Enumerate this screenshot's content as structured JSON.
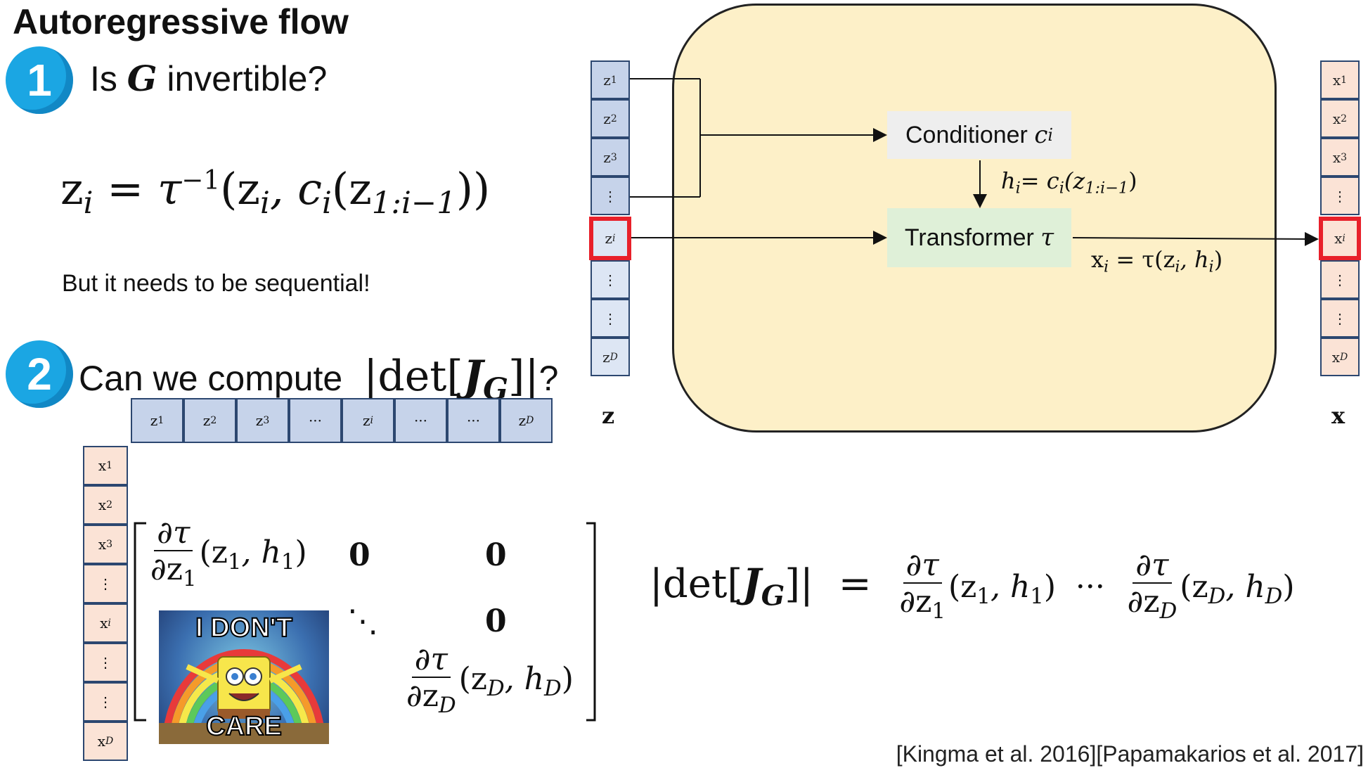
{
  "title": "Autoregressive flow",
  "q1": {
    "number": "1",
    "prefix": "Is ",
    "symbol": "G",
    "suffix": " invertible?",
    "formula_lhs": "z",
    "formula_lhs_sub": "i",
    "formula_eq": "=",
    "formula_tau": "τ",
    "formula_exp": "−1",
    "formula_args": "(z",
    "formula_args_sub": "i",
    "formula_c": ", c",
    "formula_c_sub": "i",
    "formula_inner": "(z",
    "formula_inner_sub": "1:i−1",
    "formula_close": "))",
    "note": "But it needs to be sequential!"
  },
  "q2": {
    "number": "2",
    "text": "Can we compute",
    "det_open": "|det[",
    "det_J": "J",
    "det_J_sub": "G",
    "det_close": "]|",
    "qmark": "?"
  },
  "diagram": {
    "z_label": "z",
    "x_label": "x",
    "z_cells": [
      "z",
      "z",
      "z",
      "⋮",
      "z",
      "⋮",
      "⋮",
      "z"
    ],
    "z_subs": [
      "1",
      "2",
      "3",
      "",
      "i",
      "",
      "",
      "D"
    ],
    "x_cells": [
      "x",
      "x",
      "x",
      "⋮",
      "x",
      "⋮",
      "⋮",
      "x"
    ],
    "x_subs": [
      "1",
      "2",
      "3",
      "",
      "i",
      "",
      "",
      "D"
    ],
    "conditioner_label": "Conditioner ",
    "conditioner_var": "c",
    "conditioner_sub": "i",
    "h_label_h": "h",
    "h_label_sub": "i",
    "h_label_eq": "= c",
    "h_label_c_sub": "i",
    "h_label_arg": "(z",
    "h_label_arg_sub": "1:i−1",
    "h_label_close": ")",
    "transformer_label": "Transformer ",
    "transformer_var": "τ",
    "x_out_x": "x",
    "x_out_sub": "i",
    "x_out_eq": " = τ(z",
    "x_out_zsub": "i",
    "x_out_h": ", h",
    "x_out_hsub": "i",
    "x_out_close": ")"
  },
  "jacobian": {
    "header": [
      "z",
      "z",
      "z",
      "···",
      "z",
      "···",
      "···",
      "z"
    ],
    "header_subs": [
      "1",
      "2",
      "3",
      "",
      "i",
      "",
      "",
      "D"
    ],
    "rows": [
      "x",
      "x",
      "x",
      "⋮",
      "x",
      "⋮",
      "⋮",
      "x"
    ],
    "row_subs": [
      "1",
      "2",
      "3",
      "",
      "i",
      "",
      "",
      "D"
    ],
    "m11_num": "∂τ",
    "m11_den": "∂z",
    "m11_den_sub": "1",
    "m11_arg": "(z",
    "m11_arg_sub": "1",
    "m11_h": ", h",
    "m11_h_sub": "1",
    "m11_close": ")",
    "zero": "0",
    "ddots": "⋱",
    "mDD_num": "∂τ",
    "mDD_den": "∂z",
    "mDD_den_sub": "D",
    "mDD_arg": "(z",
    "mDD_arg_sub": "D",
    "mDD_h": ", h",
    "mDD_h_sub": "D",
    "mDD_close": ")"
  },
  "det_formula": {
    "lhs_open": "|det[",
    "lhs_J": "J",
    "lhs_J_sub": "G",
    "lhs_close": "]|",
    "eq": "=",
    "t1_num": "∂τ",
    "t1_den": "∂z",
    "t1_den_sub": "1",
    "t1_arg": "(z",
    "t1_arg_sub": "1",
    "t1_h": ", h",
    "t1_h_sub": "1",
    "t1_close": ")",
    "dots": "···",
    "t2_num": "∂τ",
    "t2_den": "∂z",
    "t2_den_sub": "D",
    "t2_arg": "(z",
    "t2_arg_sub": "D",
    "t2_h": ", h",
    "t2_h_sub": "D",
    "t2_close": ")"
  },
  "meme": {
    "top_text": "I DON'T",
    "bottom_text": "CARE"
  },
  "citation": "[Kingma et al. 2016][Papamakarios et al. 2017]",
  "colors": {
    "badge": "#1ba6e3",
    "z_cell": "#c6d3ea",
    "x_cell": "#fbe3d6",
    "flow_box": "#fdf0c8",
    "conditioner_box": "#eeeeee",
    "transformer_box": "#dff0d8",
    "highlight": "#e8202a"
  }
}
